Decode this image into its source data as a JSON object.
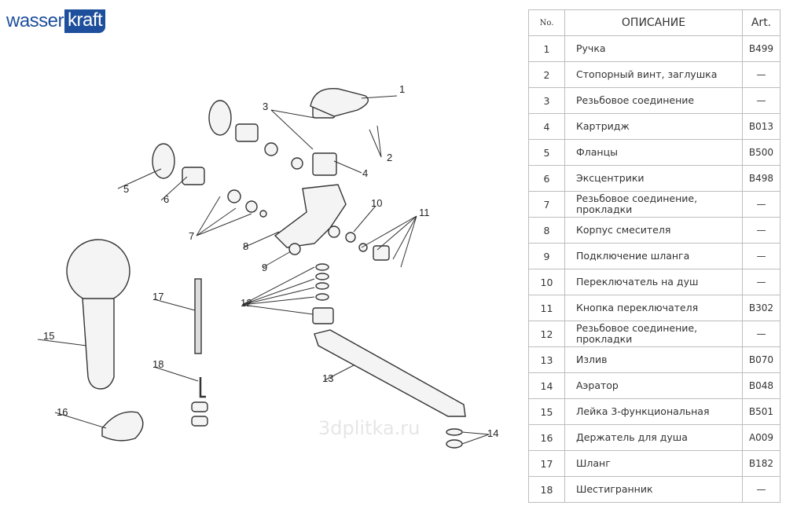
{
  "brand": {
    "part1": "wasser",
    "part2": "kraft"
  },
  "watermark": "3dplitka.ru",
  "callouts": [
    "1",
    "2",
    "3",
    "4",
    "5",
    "6",
    "7",
    "8",
    "9",
    "10",
    "11",
    "12",
    "13",
    "14",
    "15",
    "16",
    "17",
    "18"
  ],
  "table": {
    "headers": {
      "no": "No.",
      "desc": "ОПИСАНИЕ",
      "art": "Art."
    },
    "rows": [
      {
        "no": "1",
        "desc": "Ручка",
        "art": "B499"
      },
      {
        "no": "2",
        "desc": "Стопорный винт, заглушка",
        "art": "—"
      },
      {
        "no": "3",
        "desc": "Резьбовое соединение",
        "art": "—"
      },
      {
        "no": "4",
        "desc": "Картридж",
        "art": "B013"
      },
      {
        "no": "5",
        "desc": "Фланцы",
        "art": "B500"
      },
      {
        "no": "6",
        "desc": "Эксцентрики",
        "art": "B498"
      },
      {
        "no": "7",
        "desc": "Резьбовое соединение, прокладки",
        "art": "—"
      },
      {
        "no": "8",
        "desc": "Корпус смесителя",
        "art": "—"
      },
      {
        "no": "9",
        "desc": "Подключение шланга",
        "art": "—"
      },
      {
        "no": "10",
        "desc": "Переключатель на душ",
        "art": "—"
      },
      {
        "no": "11",
        "desc": "Кнопка переключателя",
        "art": "B302"
      },
      {
        "no": "12",
        "desc": "Резьбовое соединение, прокладки",
        "art": "—"
      },
      {
        "no": "13",
        "desc": "Излив",
        "art": "B070"
      },
      {
        "no": "14",
        "desc": "Аэратор",
        "art": "B048"
      },
      {
        "no": "15",
        "desc": "Лейка 3-функциональная",
        "art": "B501"
      },
      {
        "no": "16",
        "desc": "Держатель для душа",
        "art": "A009"
      },
      {
        "no": "17",
        "desc": "Шланг",
        "art": "B182"
      },
      {
        "no": "18",
        "desc": "Шестигранник",
        "art": "—"
      }
    ]
  }
}
